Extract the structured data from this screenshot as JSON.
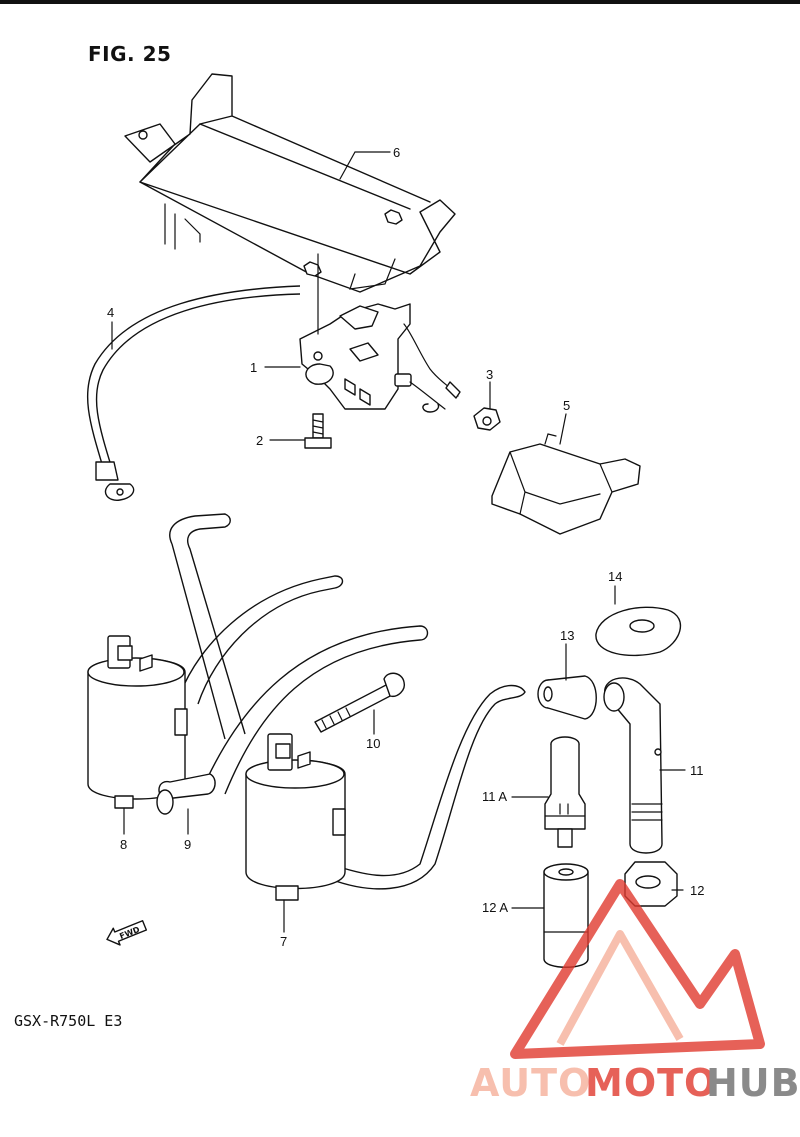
{
  "figure": {
    "title": "FIG. 25",
    "model": "GSX-R750L  E3"
  },
  "direction_badge": "FWD",
  "callouts": [
    "1",
    "2",
    "3",
    "4",
    "5",
    "6",
    "7",
    "8",
    "9",
    "10",
    "11",
    "11 A",
    "12",
    "12 A",
    "13",
    "14"
  ],
  "watermark": {
    "word_a": "AUTO",
    "word_b": "MOTO",
    "word_c": "HUB",
    "color_main": "#e03a2f",
    "color_light": "#f6b09a",
    "color_gray": "#6e6e6e"
  }
}
